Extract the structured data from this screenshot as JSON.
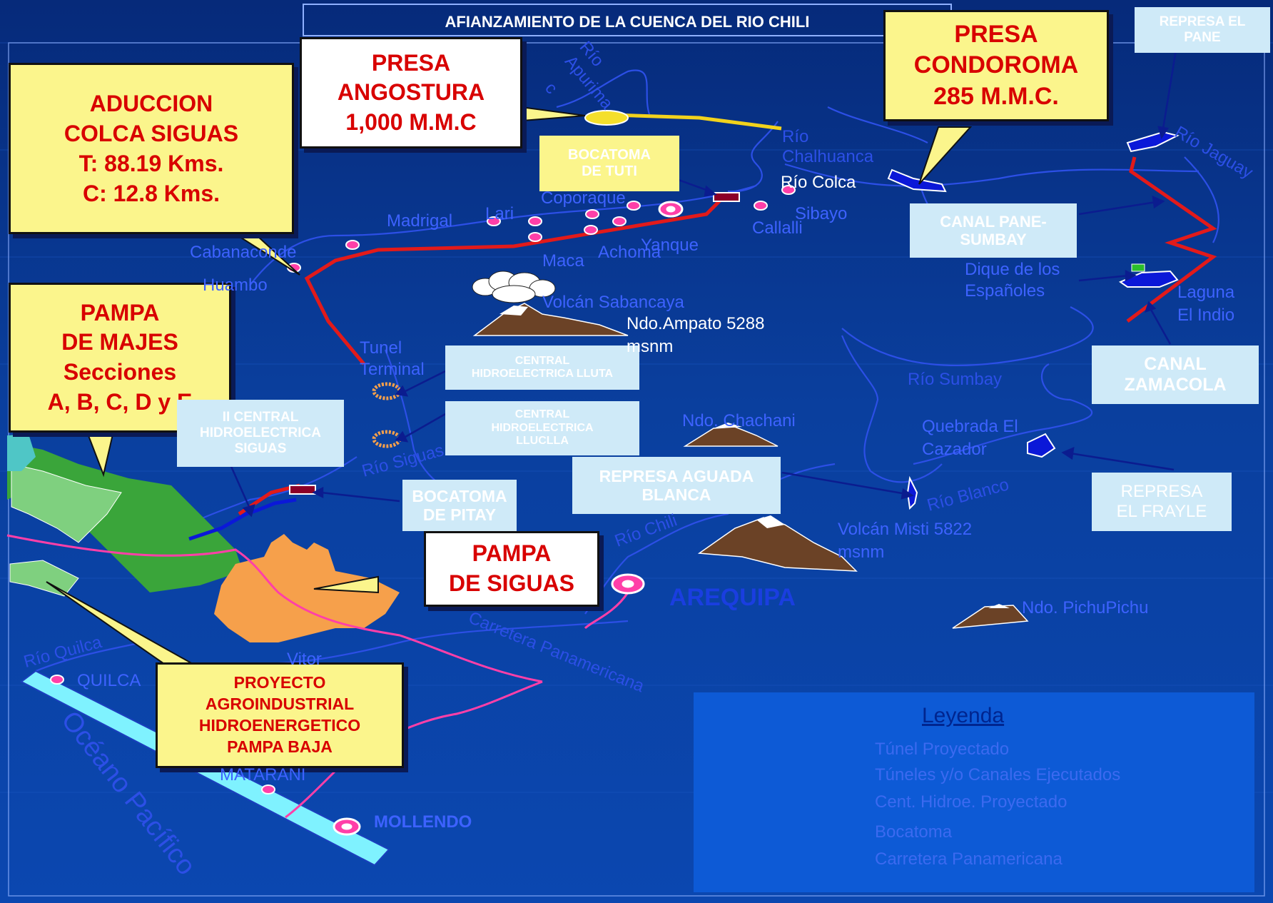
{
  "title": "AFIANZAMIENTO DE LA CUENCA DEL RIO CHILI",
  "callouts": {
    "aduccion": [
      "ADUCCION",
      "COLCA SIGUAS",
      "T: 88.19 Kms.",
      "C: 12.8 Kms."
    ],
    "angostura": [
      "PRESA",
      "ANGOSTURA",
      "1,000 M.M.C"
    ],
    "condoroma": [
      "PRESA",
      "CONDOROMA",
      "285 M.M.C."
    ],
    "majes": [
      "PAMPA",
      "DE MAJES",
      "Secciones",
      "A, B, C, D y E"
    ],
    "siguas": [
      "PAMPA",
      "DE SIGUAS"
    ],
    "proyecto": [
      "PROYECTO",
      "AGROINDUSTRIAL",
      "HIDROENERGETICO",
      "PAMPA BAJA"
    ]
  },
  "boxes": {
    "pane": [
      "REPRESA EL",
      "PANE"
    ],
    "tuti": [
      "BOCATOMA",
      "DE TUTI"
    ],
    "pane_sumbay": [
      "CANAL  PANE-",
      "SUMBAY"
    ],
    "lluta": [
      "CENTRAL",
      "HIDROELECTRICA LLUTA"
    ],
    "lluclla": [
      "CENTRAL",
      "HIDROELECTRICA",
      "LLUCLLA"
    ],
    "siguas_central": [
      "II CENTRAL",
      "HIDROELECTRICA",
      "SIGUAS"
    ],
    "pitay": [
      "BOCATOMA",
      "DE PITAY"
    ],
    "aguada": [
      "REPRESA AGUADA",
      "BLANCA"
    ],
    "zamacola": [
      "CANAL",
      "ZAMACOLA"
    ],
    "frayle": [
      "REPRESA",
      "EL FRAYLE"
    ]
  },
  "labels": {
    "rio_apurimac": [
      "Río",
      "Apurima",
      "c"
    ],
    "rio_chalhuanca": [
      "Río",
      "Chalhuanca"
    ],
    "rio_colca": "Río Colca",
    "rio_jaguay": "Río Jaguay",
    "sibayo": "Sibayo",
    "callalli": "Callalli",
    "coporaque": "Coporaque",
    "lari": "Lari",
    "madrigal": "Madrigal",
    "yanque": "Yanque",
    "achoma": "Achoma",
    "maca": "Maca",
    "cabanaconde": "Cabanaconde",
    "huambo": "Huambo",
    "dique": [
      "Dique de los",
      "Españoles"
    ],
    "laguna": [
      "Laguna",
      "El Indio"
    ],
    "sabancaya": "Volcán Sabancaya",
    "ampato": [
      "Ndo.Ampato 5288",
      "msnm"
    ],
    "tunel_terminal": [
      "Tunel",
      "Terminal"
    ],
    "rio_siguas": "Río Siguas",
    "rio_sumbay": "Río Sumbay",
    "chachani": "Ndo. Chachani",
    "quebrada": [
      "Quebrada El",
      "Cazador"
    ],
    "rio_blanco": "Río Blanco",
    "rio_chili": "Río Chili",
    "misti": [
      "Volcán Misti 5822",
      "msnm"
    ],
    "arequipa": "AREQUIPA",
    "pichupichu": "Ndo. PichuPichu",
    "panamericana": "Carretera Panamericana",
    "rio_quilca": "Río Quilca",
    "quilca": "QUILCA",
    "vitor": "Vitor",
    "matarani": "MATARANI",
    "mollendo": "MOLLENDO",
    "oceano": "Océano Pacífico"
  },
  "legend": {
    "title": "Leyenda",
    "items": [
      "Túnel Proyectado",
      "Túneles  y/o Canales  Ejecutados",
      "Cent. Hidroe. Proyectado",
      "Bocatoma",
      "Carretera Panamericana"
    ]
  },
  "colors": {
    "tunnel_projected": "#f2d21c",
    "tunnel_executed": "#e21a1a",
    "road": "#ff3fa8",
    "bocatoma": "#8c0028",
    "river": "#2c4fe6"
  }
}
